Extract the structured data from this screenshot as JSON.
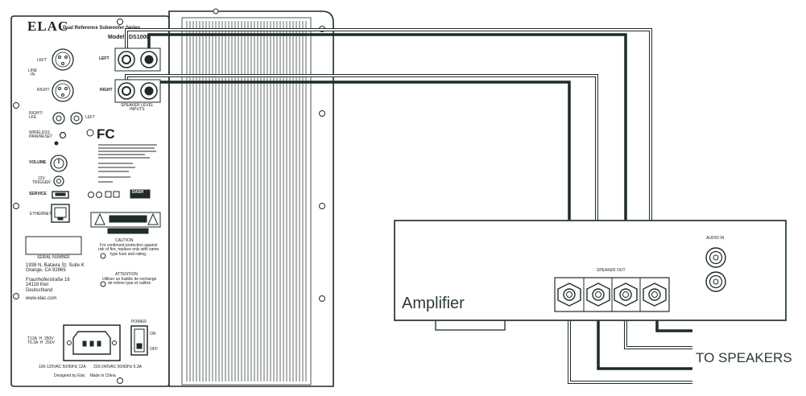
{
  "subwoofer": {
    "brand": "ELAC",
    "series": "Dual Reference Subwoofer Series",
    "model_prefix": "Model",
    "model": "DS1000",
    "line_in_left": "LEFT",
    "line_in_label": "LINE\nIN",
    "line_in_right": "RIGHT",
    "right_lfe": "RIGHT/\nLFE",
    "left_rca": "LEFT",
    "speaker_left": "LEFT",
    "speaker_right": "RIGHT",
    "speaker_level_inputs": "SPEAKER LEVEL\nINPUTS",
    "wireless": "WIRELESS\nPAIR/RESET",
    "volume": "VOLUME",
    "trigger": "12V\nTRIGGER",
    "service": "SERVICE",
    "ethernet": "ETHERNET",
    "serial_number": "SERIAL NUMBER",
    "address1": "1938 N. Batavia St. Suite K\nOrange, CA 92865",
    "address2": "Fraunhoferstraße 16\n24118 Kiel\nDeutschland",
    "website": "www.elac.com",
    "caution_title": "CAUTION",
    "caution_text": "For continued protection against\nrisk of fire, replace only with same\ntype fuse and rating.",
    "attention_title": "ATTENTION",
    "attention_text": "Utiliser un fusible de rechange\nde même type et calibre",
    "fuse_rating": "T12A  H  250V\nT6.3A  H  250V",
    "power": "POWER",
    "on": "ON",
    "off": "OFF",
    "power_rating": "100-120VAC 50/60Hz 12A       220-240VAC 50/60Hz 6.3A",
    "designed": "Designed by Elac    Made in China",
    "fcc": "FC",
    "dash": "DASH"
  },
  "amplifier": {
    "label": "Amplifier",
    "speaker_out": "SPEAKER OUT",
    "audio_in": "AUDIO IN"
  },
  "to_speakers": "TO SPEAKERS",
  "colors": {
    "line": "#1e2b2a",
    "thin_wire": "#9aa3a2",
    "amp_border": "#2d3f3c"
  }
}
